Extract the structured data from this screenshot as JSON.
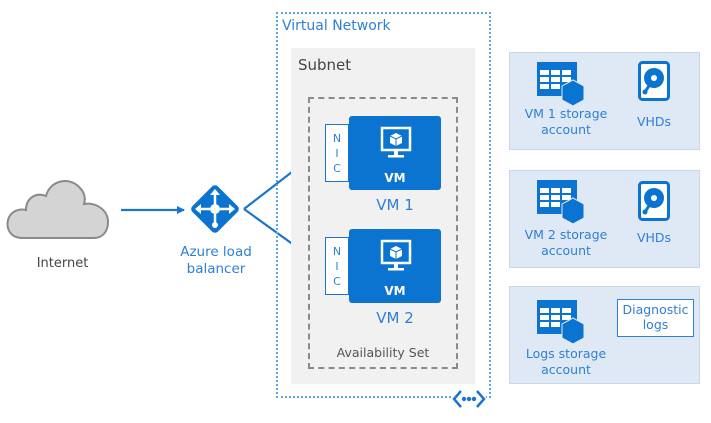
{
  "internet": {
    "label": "Internet",
    "icon": "cloud-icon"
  },
  "load_balancer": {
    "label_line1": "Azure load",
    "label_line2": "balancer",
    "icon": "load-balancer-icon"
  },
  "virtual_network": {
    "label": "Virtual Network",
    "icon": "vnet-peering-icon"
  },
  "subnet": {
    "label": "Subnet"
  },
  "availability_set": {
    "label": "Availability Set"
  },
  "vms": [
    {
      "name": "VM 1",
      "tile_label": "VM",
      "nic_letters": [
        "N",
        "I",
        "C"
      ]
    },
    {
      "name": "VM 2",
      "tile_label": "VM",
      "nic_letters": [
        "N",
        "I",
        "C"
      ]
    }
  ],
  "storage_panels": [
    {
      "storage_label_line1": "VM 1 storage",
      "storage_label_line2": "account",
      "secondary_label": "VHDs",
      "secondary_icon": "hard-disk-icon"
    },
    {
      "storage_label_line1": "VM 2 storage",
      "storage_label_line2": "account",
      "secondary_label": "VHDs",
      "secondary_icon": "hard-disk-icon"
    },
    {
      "storage_label_line1": "Logs storage",
      "storage_label_line2": "account",
      "secondary_label_line1": "Diagnostic",
      "secondary_label_line2": "logs"
    }
  ],
  "colors": {
    "azure_blue": "#0b73d0",
    "label_blue": "#2f7fd6",
    "subnet_bg": "#f1f1f1",
    "panel_bg": "#dfe9f5",
    "cloud_fill": "#d4d4d4"
  }
}
